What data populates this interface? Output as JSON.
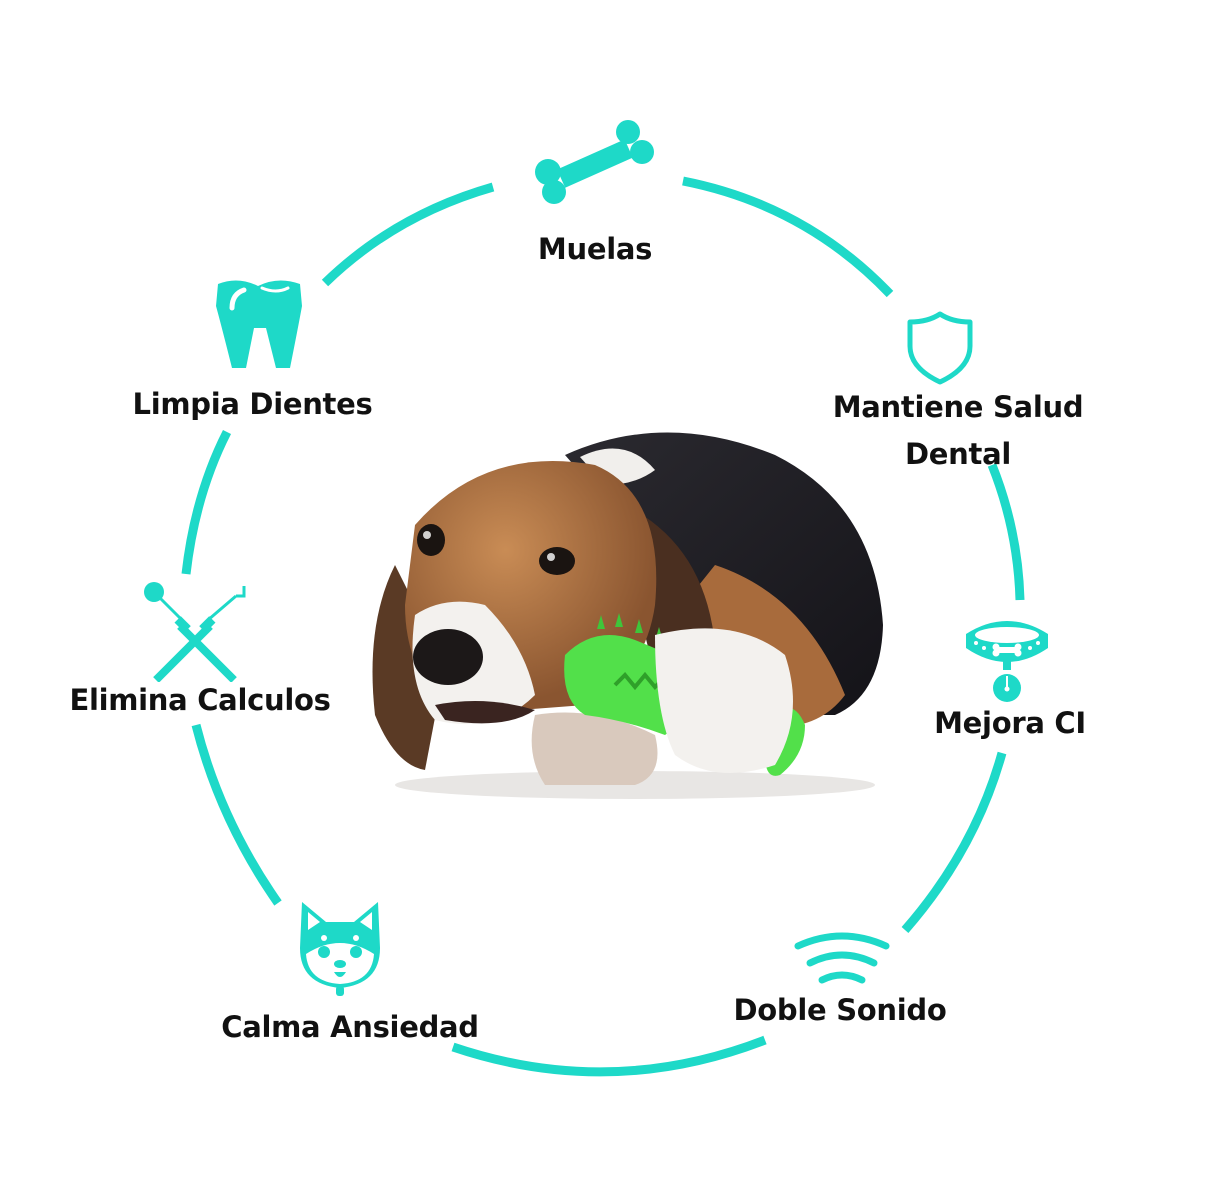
{
  "colors": {
    "accent": "#1ed9c8",
    "text": "#111111",
    "background": "#ffffff",
    "toy_green": "#52e04a",
    "dog_tan": "#b97a45",
    "dog_black": "#1e1c22",
    "dog_white": "#f3f1ee"
  },
  "benefits": [
    {
      "id": "muelas",
      "label": "Muelas",
      "icon": "bone-icon"
    },
    {
      "id": "mantiene-salud",
      "label_line1": "Mantiene Salud",
      "label_line2": "Dental",
      "icon": "shield-icon"
    },
    {
      "id": "mejora-ci",
      "label": "Mejora CI",
      "icon": "dog-collar-icon"
    },
    {
      "id": "doble-sonido",
      "label": "Doble Sonido",
      "icon": "sound-waves-icon"
    },
    {
      "id": "calma-ansiedad",
      "label": "Calma Ansiedad",
      "icon": "dog-face-icon"
    },
    {
      "id": "elimina-calculos",
      "label": "Elimina Calculos",
      "icon": "dental-tools-icon"
    },
    {
      "id": "limpia-dientes",
      "label": "Limpia Dientes",
      "icon": "tooth-icon"
    }
  ],
  "center_image": {
    "subject": "beagle puppy chewing green toothbrush chew toy"
  }
}
